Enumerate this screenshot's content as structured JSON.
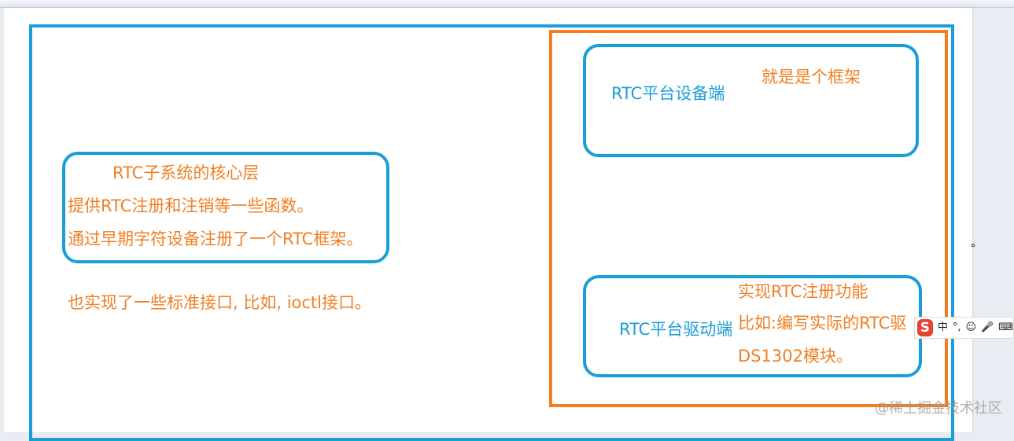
{
  "core": {
    "title": "RTC子系统的核心层",
    "line1": "提供RTC注册和注销等一些函数。",
    "line2": "通过早期字符设备注册了一个RTC框架。"
  },
  "core_note": "也实现了一些标准接口, 比如, ioctl接口。",
  "device": {
    "label": "RTC平台设备端",
    "note": "就是是个框架"
  },
  "driver": {
    "label": "RTC平台驱动端",
    "note1": "实现RTC注册功能",
    "note2": "比如:编写实际的RTC驱",
    "note3": "DS1302模块。"
  },
  "ime": {
    "logo": "S",
    "mode": "中",
    "punct": "°,",
    "emoji": "☺",
    "mic": "🎤",
    "keyboard": "⌨"
  },
  "watermark": "@稀土掘金技术社区",
  "colors": {
    "blue": "#1a9ed8",
    "orange": "#f07f24"
  }
}
